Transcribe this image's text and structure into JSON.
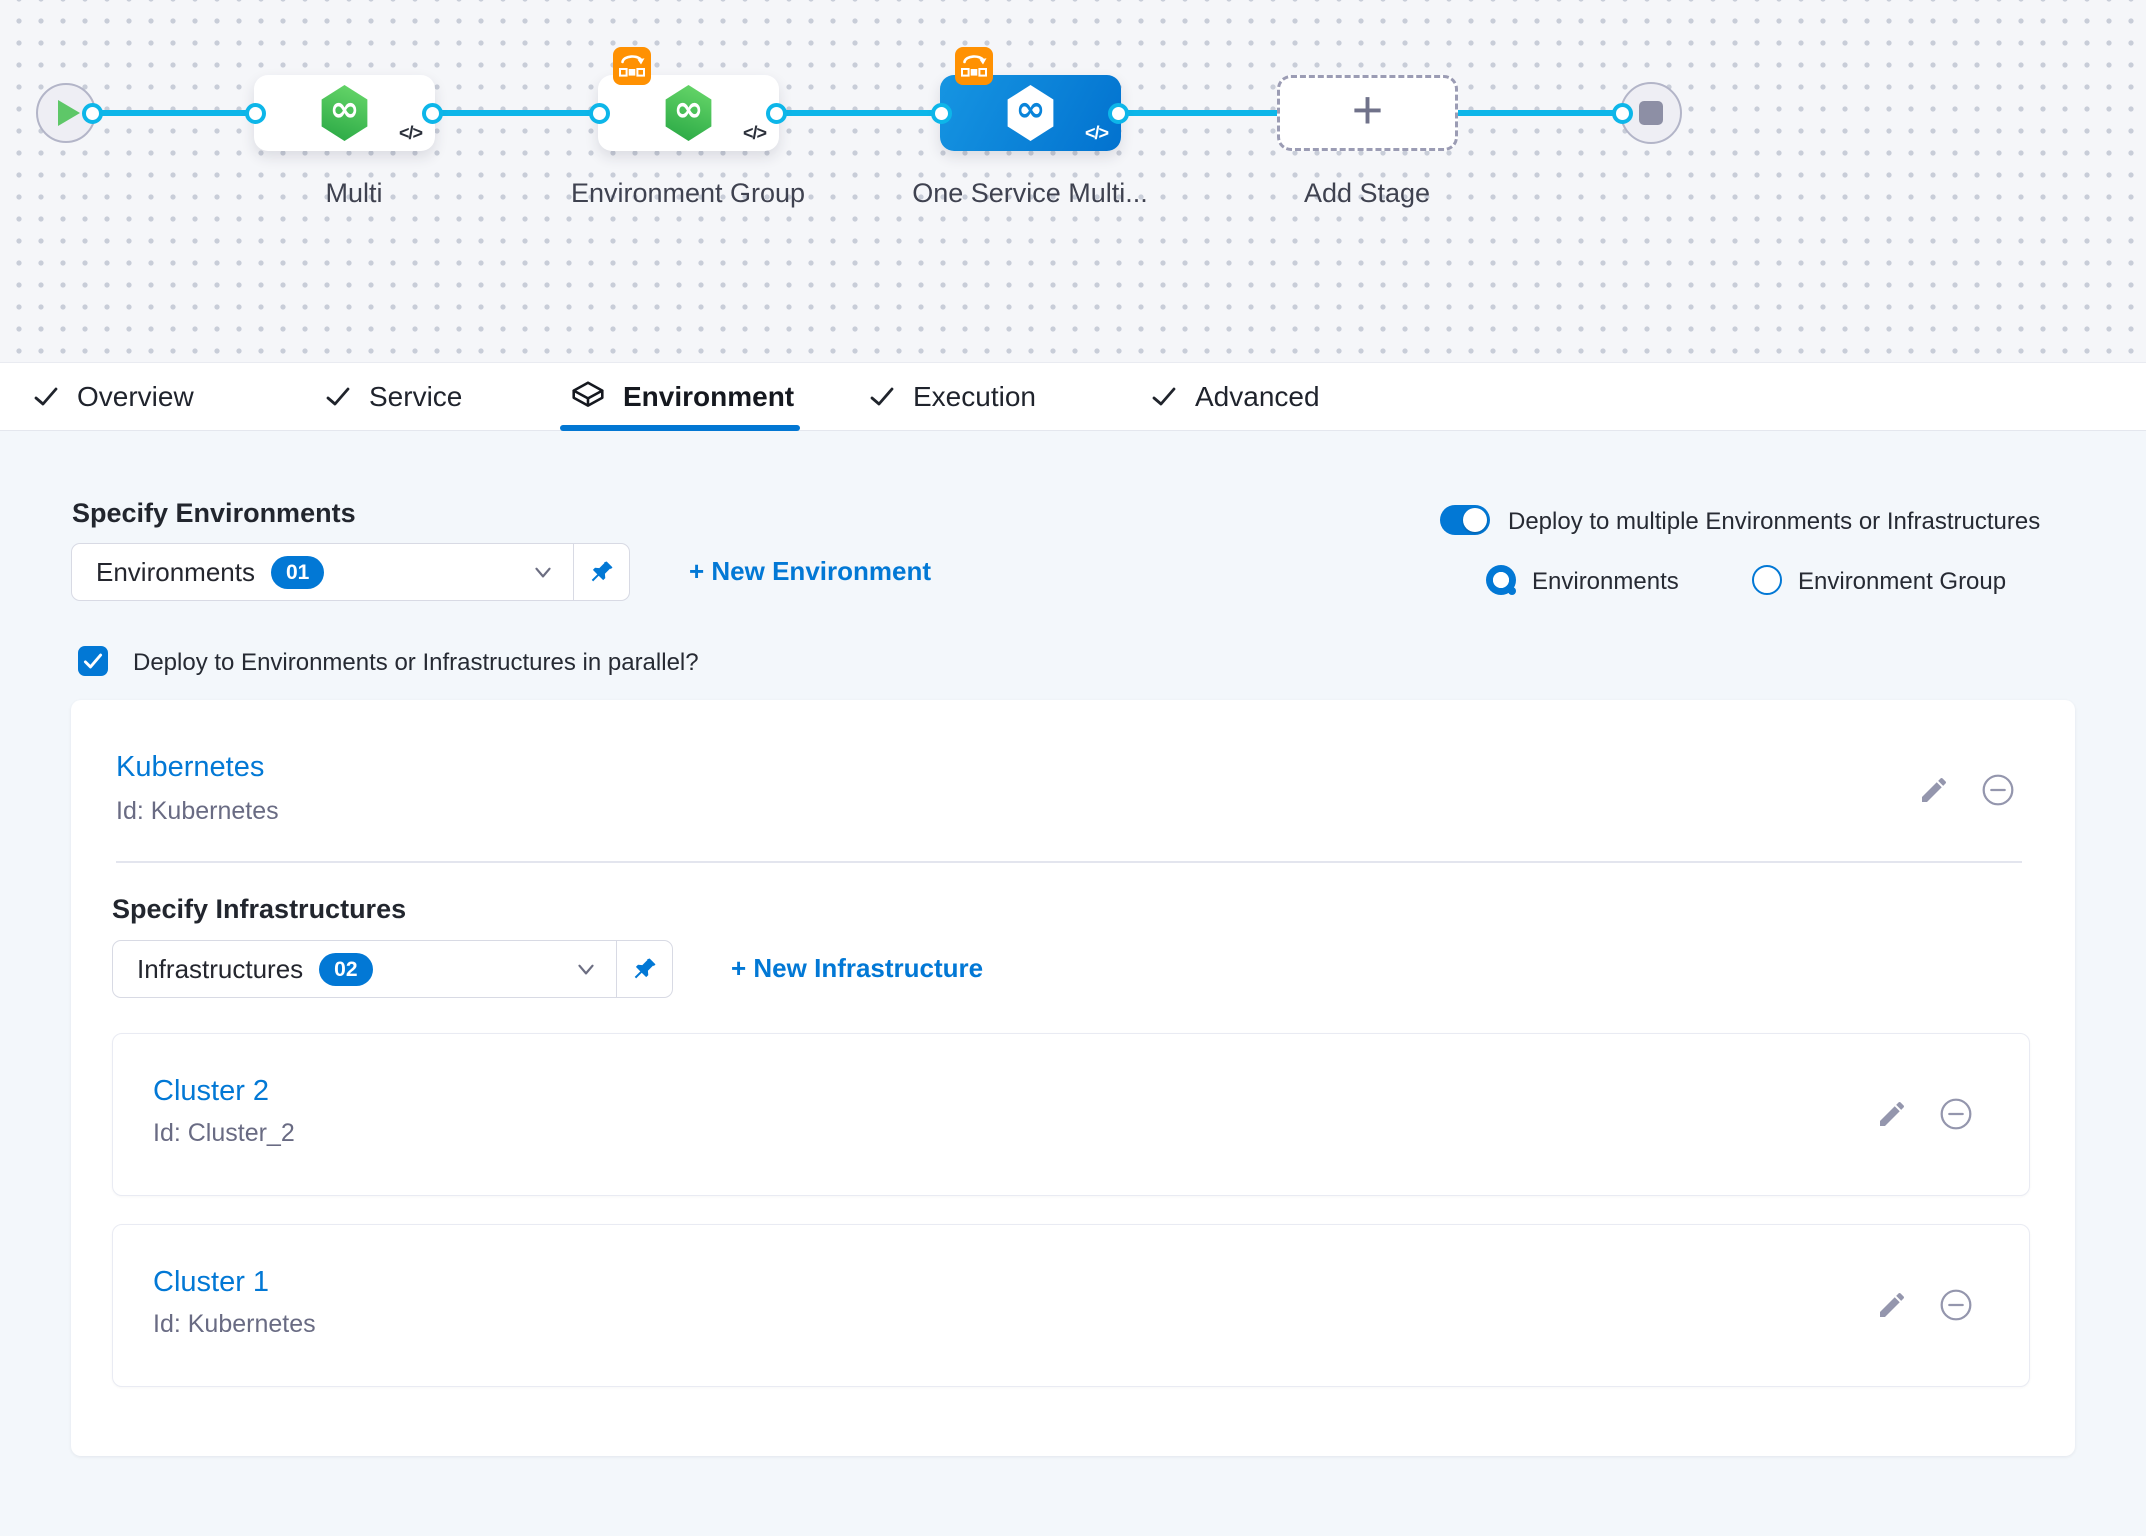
{
  "pipeline": {
    "stage_labels": {
      "multi": "Multi",
      "environment_group": "Environment Group",
      "one_service": "One Service Multi...",
      "add_stage": "Add Stage"
    },
    "code_glyph": "</>"
  },
  "tabs": {
    "overview": "Overview",
    "service": "Service",
    "environment": "Environment",
    "execution": "Execution",
    "advanced": "Advanced"
  },
  "environment_section": {
    "specify_environments": "Specify Environments",
    "environments_value": "Environments",
    "environments_count": "01",
    "new_environment": "+ New Environment",
    "toggle_label": "Deploy to multiple Environments or Infrastructures",
    "radio_environments": "Environments",
    "radio_environment_group": "Environment Group",
    "parallel_label": "Deploy to Environments or Infrastructures in parallel?"
  },
  "environment_card": {
    "title": "Kubernetes",
    "id": "Id: Kubernetes",
    "specify_infrastructures": "Specify Infrastructures",
    "infrastructures_value": "Infrastructures",
    "infrastructures_count": "02",
    "new_infrastructure": "+ New Infrastructure",
    "clusters": [
      {
        "title": "Cluster 2",
        "id": "Id: Cluster_2"
      },
      {
        "title": "Cluster 1",
        "id": "Id: Kubernetes"
      }
    ]
  },
  "colors": {
    "accent": "#0278d5",
    "pipe_line": "#0db6e9",
    "badge_orange": "#ff9102",
    "stage_green": "#2dab47"
  }
}
